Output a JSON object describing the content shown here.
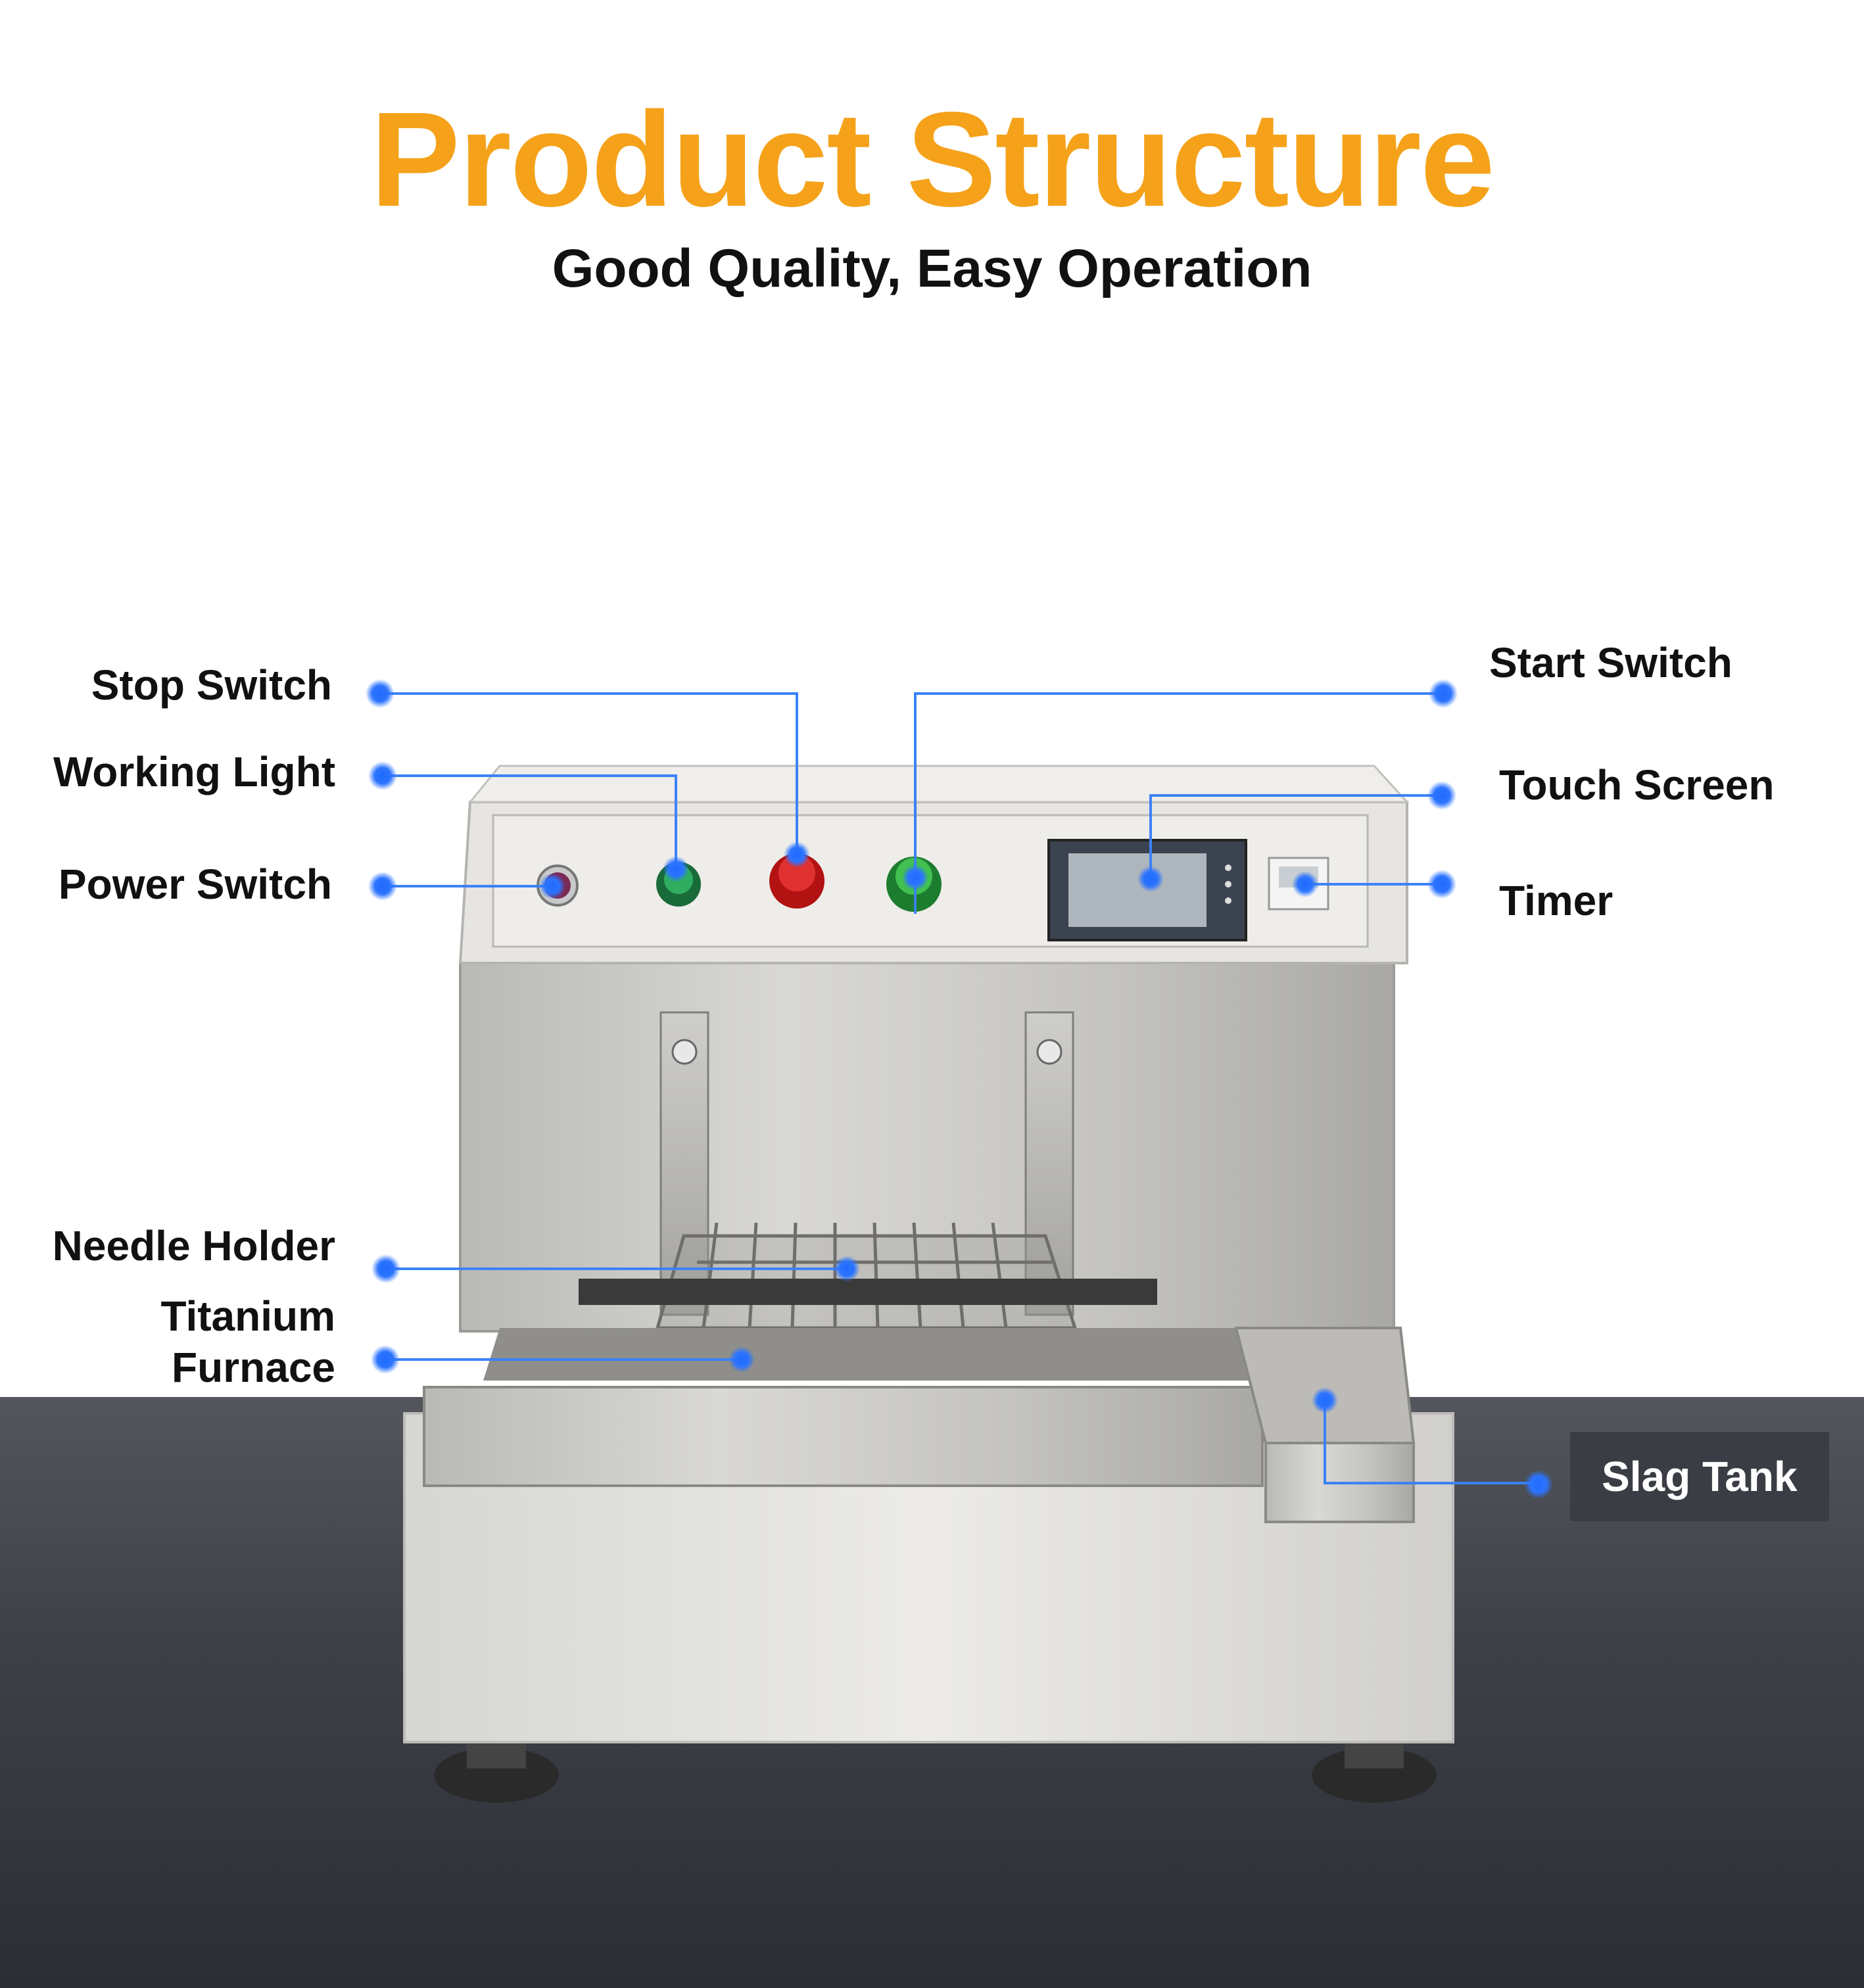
{
  "title": "Product Structure",
  "subtitle": "Good Quality, Easy Operation",
  "labels": {
    "stop_switch": "Stop Switch",
    "working_light": "Working Light",
    "power_switch": "Power Switch",
    "start_switch": "Start Switch",
    "touch_screen": "Touch Screen",
    "timer": "Timer",
    "needle_holder": "Needle Holder",
    "titanium_furnace_line1": "Titanium",
    "titanium_furnace_line2": "Furnace",
    "slag_tank": "Slag Tank"
  },
  "colors": {
    "title": "#f5a21a",
    "callout_dot": "#1f6bff",
    "callout_line": "#3b82f6",
    "floor": "#3a3d44"
  }
}
